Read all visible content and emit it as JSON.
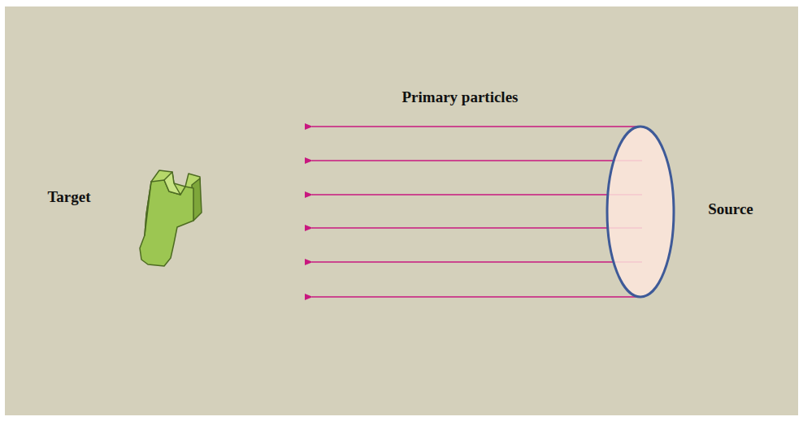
{
  "diagram": {
    "labels": [
      "Primary particles",
      "Target",
      "Source"
    ]
  }
}
